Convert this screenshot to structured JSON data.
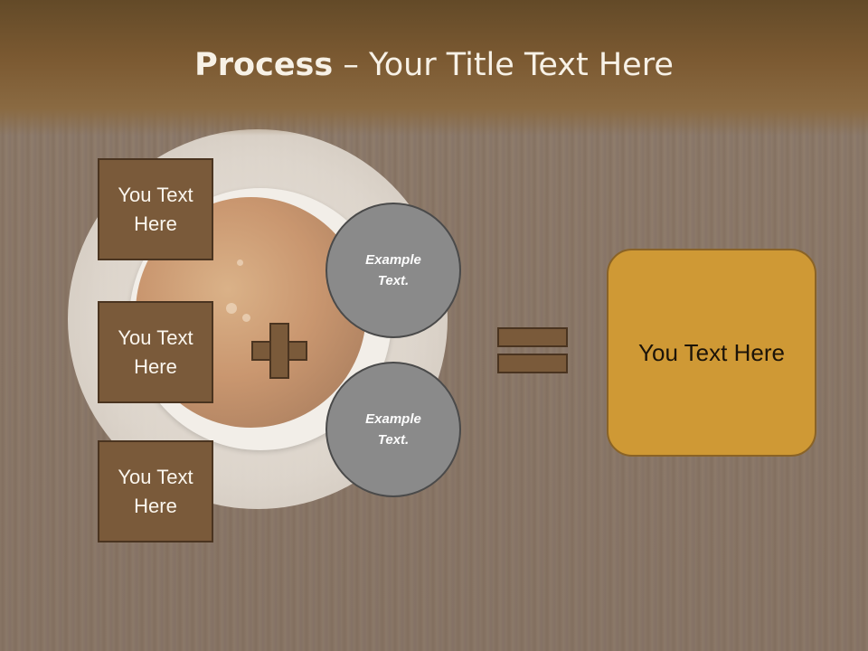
{
  "title": {
    "bold": "Process",
    "rest": " – Your Title Text Here"
  },
  "left_boxes": [
    {
      "line1": "You Text",
      "line2": "Here"
    },
    {
      "line1": "You Text",
      "line2": "Here"
    },
    {
      "line1": "You Text",
      "line2": "Here"
    }
  ],
  "circles": [
    {
      "line1": "Example",
      "line2": "Text."
    },
    {
      "line1": "Example",
      "line2": "Text."
    }
  ],
  "result": {
    "label": "You Text Here"
  },
  "colors": {
    "box_fill": "#7a5a3a",
    "circle_fill": "#8a8a8a",
    "result_fill": "#cf9935",
    "header": "#7c5a32"
  }
}
